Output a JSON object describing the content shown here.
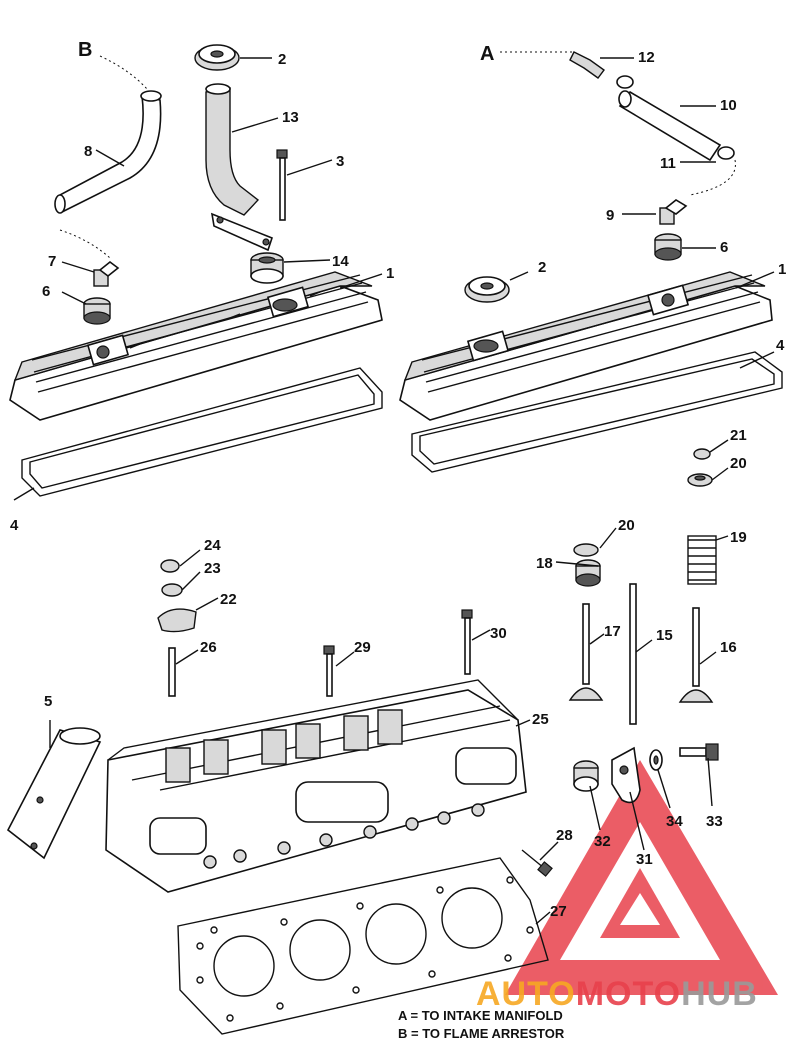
{
  "references": {
    "a": "A",
    "b": "B"
  },
  "legend": {
    "line_a": "A = TO INTAKE MANIFOLD",
    "line_b": "B = TO FLAME ARRESTOR"
  },
  "watermark": {
    "part1": "AUTO",
    "part2": "MOTO",
    "part3": "HUB",
    "colors": {
      "auto": "#f7a823",
      "moto": "#e8414c",
      "hub": "#9a9a9a",
      "triangle": "#e8414c"
    }
  },
  "part_numbers": {
    "left_cover": "1",
    "right_cover": "1",
    "left_cap": "2",
    "right_cap": "2",
    "bolt_3": "3",
    "left_gasket": "4",
    "right_gasket": "4",
    "tool_5": "5",
    "left_grommet": "6",
    "right_grommet": "6",
    "valve_7": "7",
    "hose_8": "8",
    "valve_9": "9",
    "hose_10": "10",
    "clamp_11": "11",
    "fitting_12": "12",
    "tube_13": "13",
    "adapter_14": "14",
    "pushrod_15": "15",
    "valve_16": "16",
    "valve_17": "17",
    "seal_18": "18",
    "spring_19": "19",
    "retainer_20a": "20",
    "retainer_20b": "20",
    "lock_21": "21",
    "rocker_22": "22",
    "ball_23": "23",
    "nut_24": "24",
    "head_25": "25",
    "stud_26": "26",
    "head_gasket_27": "27",
    "bolt_28": "28",
    "bolt_29": "29",
    "bolt_30": "30",
    "bracket_31": "31",
    "spacer_32": "32",
    "bolt_33": "33",
    "washer_34": "34"
  }
}
